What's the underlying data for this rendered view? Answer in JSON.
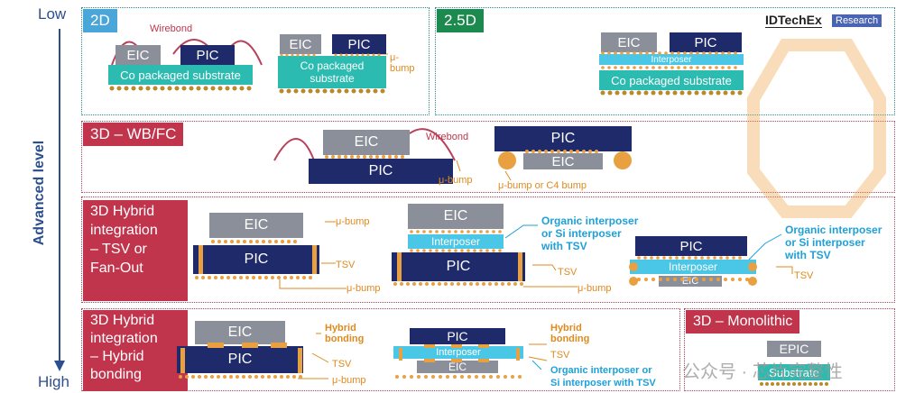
{
  "axis": {
    "low": "Low",
    "high": "High",
    "title": "Advanced level"
  },
  "logo": {
    "brand": "IDTechEx",
    "badge": "Research"
  },
  "tags": {
    "t2d": "2D",
    "t25d": "2.5D",
    "t3dwb": "3D – WB/FC",
    "t3dhyb1": "3D Hybrid\nintegration\n– TSV or\nFan-Out",
    "t3dhyb2": "3D Hybrid\nintegration\n– Hybrid\nbonding",
    "tmono": "3D – Monolithic"
  },
  "labels": {
    "eic": "EIC",
    "pic": "PIC",
    "epic": "EPIC",
    "wirebond": "Wirebond",
    "substrate": "Co packaged substrate",
    "substrate2": "Co packaged\nsubstrate",
    "mubump": "μ-bump",
    "mubump_c4": "μ-bump or C4 bump",
    "interposer": "Interposer",
    "tsv": "TSV",
    "organic": "Organic interposer\nor Si interposer\nwith TSV",
    "organic2": "Organic interposer or\nSi interposer with TSV",
    "hybrid": "Hybrid\nbonding",
    "substrate_plain": "Substrate"
  },
  "watermark": "公众号 · 芯片完整性",
  "colors": {
    "navy": "#1e2a6a",
    "teal": "#2bbbb0",
    "orange": "#e8a040",
    "red": "#c0344c",
    "axis": "#2d4f8e"
  }
}
